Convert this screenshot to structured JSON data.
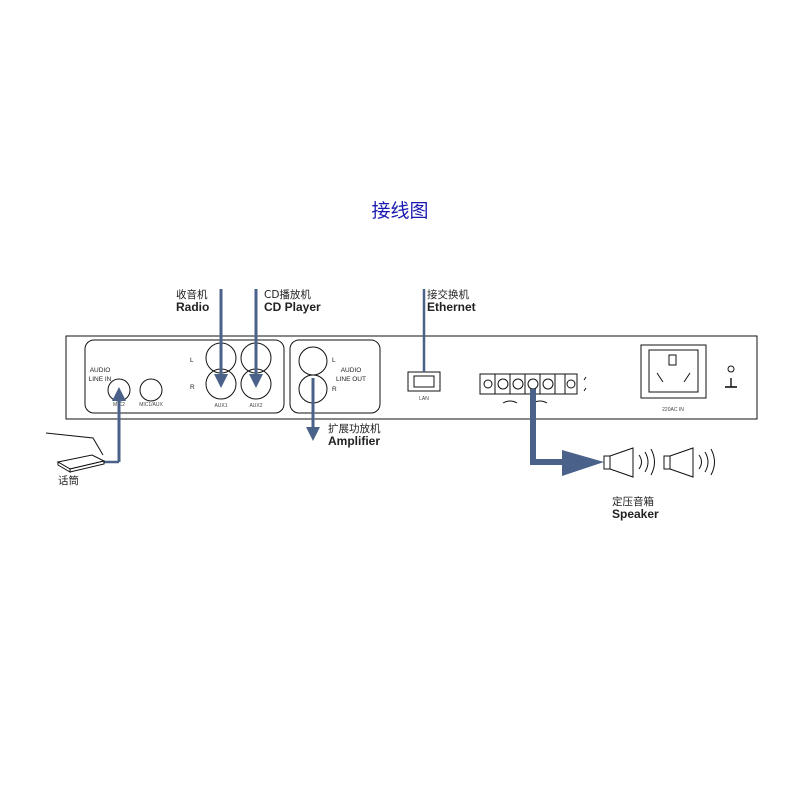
{
  "title": "接线图",
  "labels": {
    "radio_zh": "收音机",
    "radio_en": "Radio",
    "cd_zh": "CD播放机",
    "cd_en": "CD Player",
    "ethernet_zh": "接交换机",
    "ethernet_en": "Ethernet",
    "amplifier_zh": "扩展功放机",
    "amplifier_en": "Amplifier",
    "mic_zh": "话筒",
    "speaker_zh": "定压音箱",
    "speaker_en": "Speaker"
  },
  "panel": {
    "audio_line_in_1": "AUDIO",
    "audio_line_in_2": "LINE IN",
    "mic2": "MIC2",
    "mic1_aux": "MIC1/AUX",
    "l": "L",
    "r": "R",
    "aux1": "AUX1",
    "aux2": "AUX2",
    "audio_line_out_1": "AUDIO",
    "audio_line_out_2": "LINE OUT",
    "lan": "LAN",
    "power_in": "220AC IN"
  },
  "colors": {
    "title": "#1a1ab0",
    "arrow": "#4a6289",
    "line": "#111111"
  }
}
